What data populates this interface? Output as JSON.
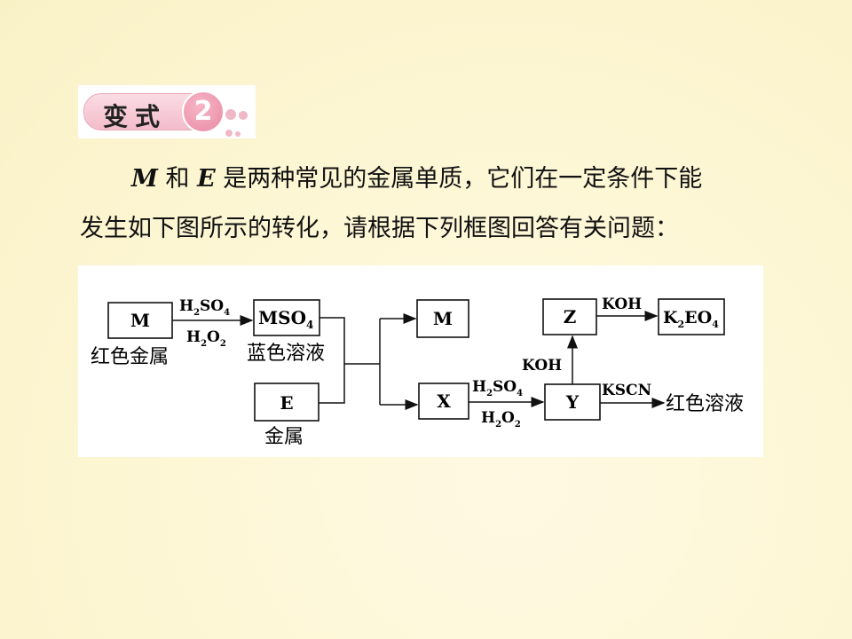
{
  "badge": {
    "label": "变式",
    "number": "2"
  },
  "question": {
    "line1_var1": "M",
    "line1_mid": " 和 ",
    "line1_var2": "E",
    "line1_rest": " 是两种常见的金属单质，它们在一定条件下能",
    "line2": "发生如下图所示的转化，请根据下列框图回答有关问题："
  },
  "diagram": {
    "nodes": {
      "m_start": "M",
      "m_start_caption": "红色金属",
      "mso4_main": "MSO",
      "mso4_sub": "4",
      "mso4_caption": "蓝色溶液",
      "e": "E",
      "e_caption": "金属",
      "m_product": "M",
      "x": "X",
      "y": "Y",
      "y_product_caption": "红色溶液",
      "z": "Z",
      "k2eo4_k": "K",
      "k2eo4_sub1": "2",
      "k2eo4_eo": "EO",
      "k2eo4_sub2": "4"
    },
    "reagents": {
      "h2so4_h": "H",
      "h2so4_2": "2",
      "h2so4_so": "SO",
      "h2so4_4": "4",
      "h2o2_h": "H",
      "h2o2_2a": "2",
      "h2o2_o": "O",
      "h2o2_2b": "2",
      "koh_up": "KOH",
      "koh_right": "KOH",
      "kscn": "KSCN"
    }
  }
}
